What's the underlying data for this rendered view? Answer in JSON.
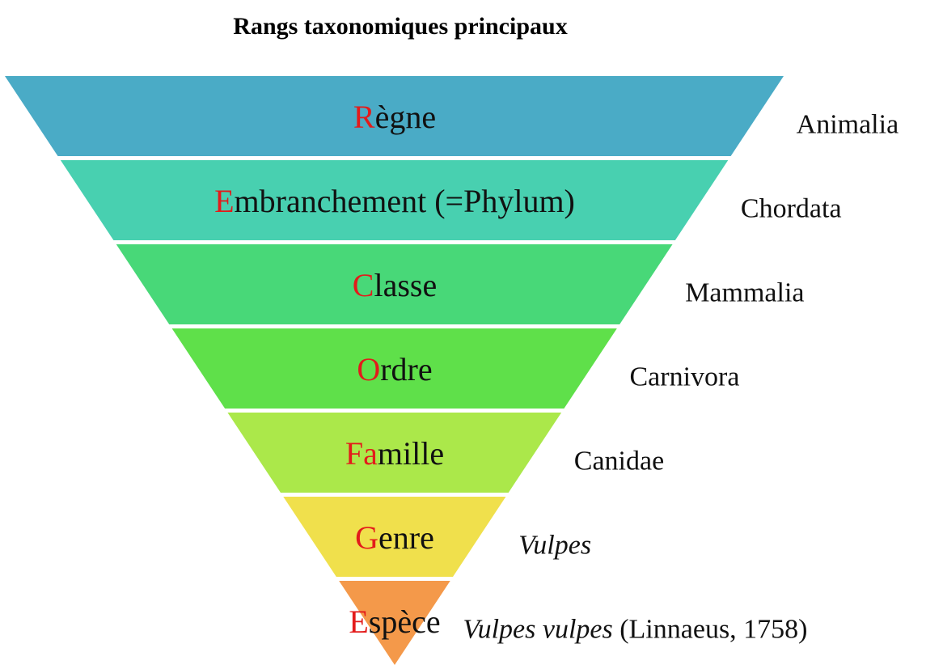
{
  "title": "Rangs taxonomiques principaux",
  "levels": [
    {
      "initial": "R",
      "rest": "ègne",
      "color": "#4aabc6",
      "example_italic": "",
      "example_plain": "Animalia"
    },
    {
      "initial": "E",
      "rest": "mbranchement (=Phylum)",
      "color": "#48d0b0",
      "example_italic": "",
      "example_plain": "Chordata"
    },
    {
      "initial": "C",
      "rest": "lasse",
      "color": "#48d878",
      "example_italic": "",
      "example_plain": "Mammalia"
    },
    {
      "initial": "O",
      "rest": "rdre",
      "color": "#5fe04a",
      "example_italic": "",
      "example_plain": "Carnivora"
    },
    {
      "initial": "Fa",
      "rest": "mille",
      "color": "#abe84a",
      "example_italic": "",
      "example_plain": "Canidae"
    },
    {
      "initial": "G",
      "rest": "enre",
      "color": "#f0e04c",
      "example_italic": "Vulpes",
      "example_plain": ""
    },
    {
      "initial": "E",
      "rest": "spèce",
      "color": "#f4994a",
      "example_italic": "Vulpes vulpes",
      "example_plain": " (Linnaeus, 1758)"
    }
  ]
}
